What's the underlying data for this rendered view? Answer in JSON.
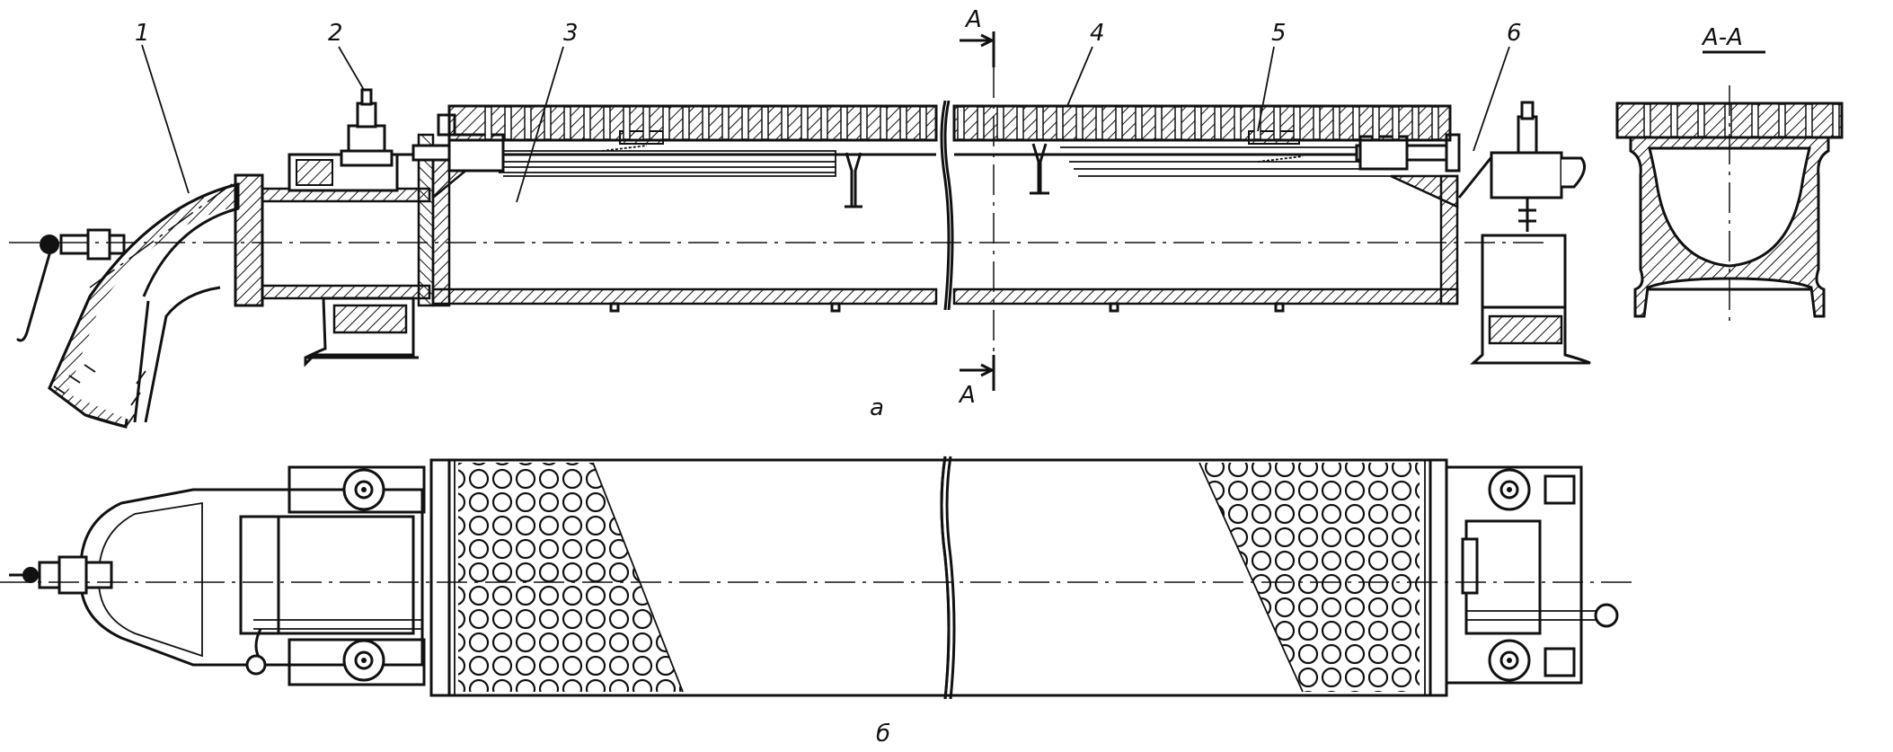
{
  "labels": {
    "part_1": "1",
    "part_2": "2",
    "part_3": "3",
    "part_4": "4",
    "part_5": "5",
    "part_6": "6",
    "section_top": "A",
    "section_bottom": "A",
    "section_title": "A-A",
    "view_a": "a",
    "view_b": "б"
  }
}
